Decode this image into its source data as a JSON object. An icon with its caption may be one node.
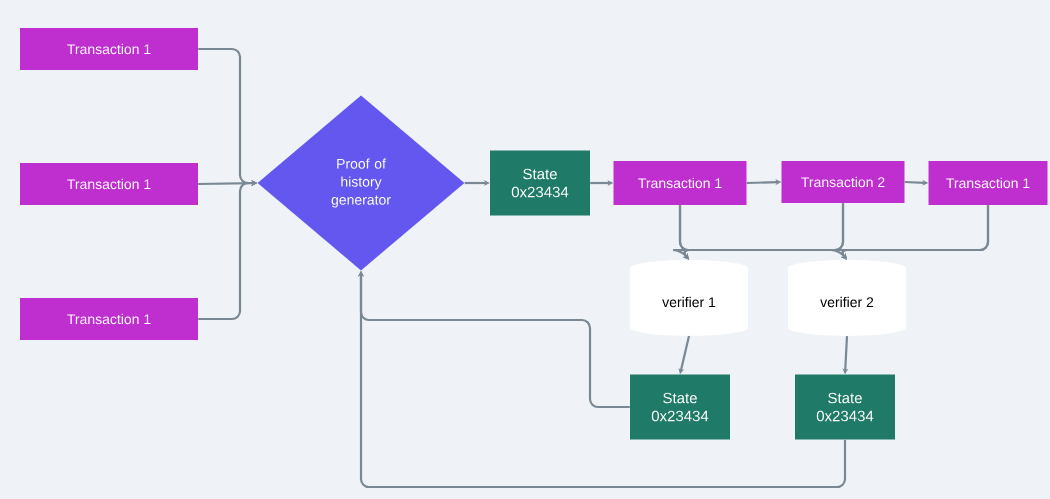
{
  "diagram": {
    "nodes": [
      {
        "text": [
          "Transaction 1"
        ]
      },
      {
        "text": [
          "Transaction 1"
        ]
      },
      {
        "text": [
          "Transaction 1"
        ]
      },
      {
        "text": [
          "Proof of history generator"
        ]
      },
      {
        "text": [
          "State 0x23434"
        ]
      },
      {
        "text": [
          "Transaction 1"
        ]
      },
      {
        "text": [
          "Transaction 2"
        ]
      },
      {
        "text": [
          "Transaction 1"
        ]
      },
      {
        "text": [
          "verifier 1"
        ]
      },
      {
        "text": [
          "verifier 2"
        ]
      },
      {
        "text": [
          "State 0x23434"
        ]
      },
      {
        "text": [
          "State 0x23434"
        ]
      }
    ],
    "edges": [
      {
        "from": 0,
        "to": 3,
        "arrow": "to"
      },
      {
        "from": 1,
        "to": 3,
        "arrow": "to"
      },
      {
        "from": 2,
        "to": 3,
        "arrow": "to"
      },
      {
        "from": 3,
        "to": 4,
        "arrow": "to"
      },
      {
        "from": 4,
        "to": 5,
        "arrow": "to"
      },
      {
        "from": 5,
        "to": 6,
        "arrow": "to"
      },
      {
        "from": 6,
        "to": 7,
        "arrow": "to"
      },
      {
        "from": 5,
        "to": 8,
        "arrow": "to"
      },
      {
        "from": 6,
        "to": 8,
        "arrow": "to"
      },
      {
        "from": 7,
        "to": 8,
        "arrow": "to"
      },
      {
        "from": 5,
        "to": 9,
        "arrow": "to"
      },
      {
        "from": 6,
        "to": 9,
        "arrow": "to"
      },
      {
        "from": 7,
        "to": 9,
        "arrow": "to"
      },
      {
        "from": 8,
        "to": 10,
        "arrow": "to"
      },
      {
        "from": 9,
        "to": 11,
        "arrow": "to"
      },
      {
        "from": 10,
        "to": 3,
        "arrow": "to"
      },
      {
        "from": 11,
        "to": 3,
        "arrow": "to"
      }
    ]
  }
}
